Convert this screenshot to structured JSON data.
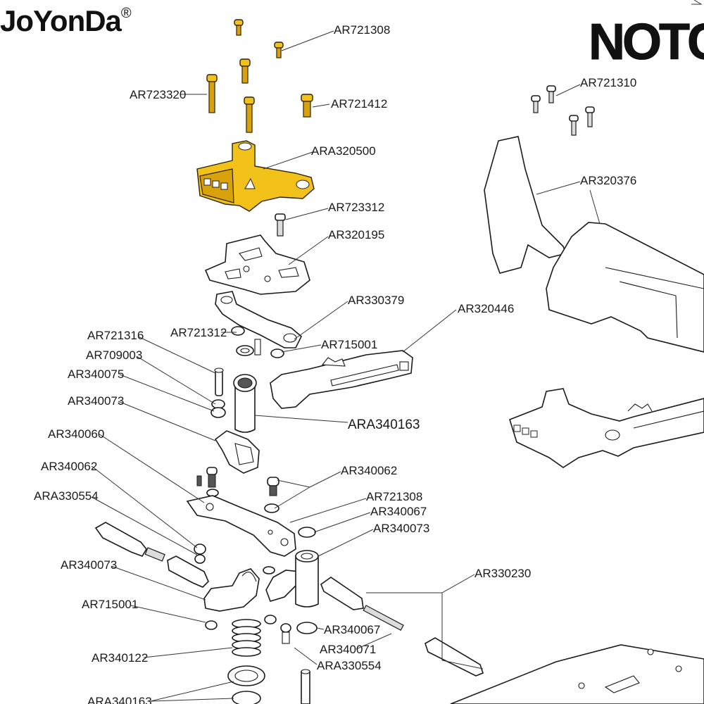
{
  "brand": {
    "name": "JoYonDa",
    "mark": "®"
  },
  "logo_fragment": "NOTC",
  "labels": [
    "AR721308",
    "AR723320",
    "AR721412",
    "ARA320500",
    "AR723312",
    "AR320195",
    "AR330379",
    "AR320446",
    "AR721316",
    "AR721312",
    "AR715001",
    "AR709003",
    "AR340075",
    "AR340073",
    "ARA340163",
    "AR340060",
    "AR340062",
    "AR340062",
    "ARA330554",
    "AR721308",
    "AR340067",
    "AR340073",
    "AR340073",
    "AR330230",
    "AR715001",
    "AR340067",
    "AR340071",
    "AR340122",
    "ARA330554",
    "ARA340163",
    "AR721310",
    "AR320376"
  ]
}
